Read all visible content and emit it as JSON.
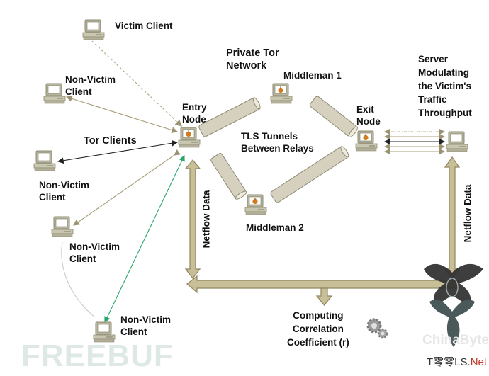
{
  "diagram": {
    "title": "Private Tor\nNetwork",
    "nodes": {
      "victim_client": "Victim Client",
      "non_victim_1": "Non-Victim\nClient",
      "non_victim_2": "Non-Victim\nClient",
      "non_victim_3": "Non-Victim\nClient",
      "non_victim_4": "Non-Victim\nClient",
      "entry_node": "Entry\nNode",
      "middleman_1": "Middleman 1",
      "middleman_2": "Middleman 2",
      "exit_node": "Exit\nNode",
      "server": "Server\nModulating\nthe Victim's\nTraffic\nThroughput"
    },
    "labels": {
      "tor_clients": "Tor Clients",
      "tls_tunnels": "TLS Tunnels\nBetween Relays",
      "netflow_left": "Netflow Data",
      "netflow_right": "Netflow Data",
      "correlation": "Computing\nCorrelation\nCoefficient (r)"
    },
    "icons": [
      "computer-icon",
      "onion-icon",
      "gears-icon",
      "tunnel-icon"
    ],
    "colors": {
      "arrow_fill": "#c8bf98",
      "arrow_stroke": "#8f8660",
      "tunnel_fill": "#d6d1bf",
      "green_link": "#2aa56a",
      "onion": "#d27a1e"
    }
  },
  "watermarks": {
    "freebuf": "FREEBUF",
    "chinabyte": "ChinaByte",
    "site_prefix": "T零零LS.",
    "site_suffix": "Net"
  }
}
